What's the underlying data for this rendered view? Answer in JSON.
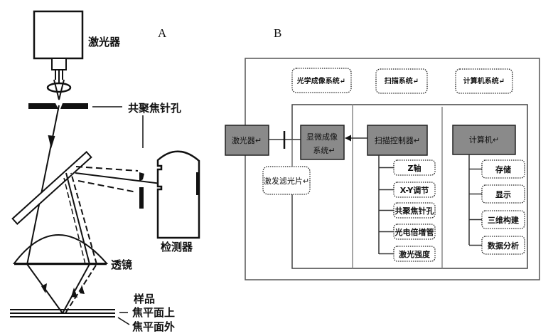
{
  "panels": {
    "a": {
      "letter": "A",
      "labels": {
        "laser": "激光器",
        "pinhole": "共聚焦针孔",
        "detector": "检测器",
        "lens": "透镜",
        "sample": "样品",
        "in_focus": "焦平面上",
        "out_of_focus": "焦平面外"
      }
    },
    "b": {
      "letter": "B",
      "systems": [
        {
          "label": "光学成像系统↵"
        },
        {
          "label": "扫描系统↵"
        },
        {
          "label": "计算机系统↵"
        }
      ],
      "laser": "激光器↵",
      "microscope": [
        "显微成像",
        "系统↵"
      ],
      "filter": "激发滤光片↵",
      "scan_controller": "扫描控制器↵",
      "scan_items": [
        "Z轴",
        "X-Y调节",
        "共聚焦针孔",
        "光电倍增管",
        "激光强度"
      ],
      "computer": "计算机↵",
      "computer_items": [
        "存储",
        "显示",
        "三维构建",
        "数据分析"
      ]
    }
  },
  "colors": {
    "component_fill": "#8a8a8a",
    "line": "#111111",
    "frame": "#555555"
  }
}
